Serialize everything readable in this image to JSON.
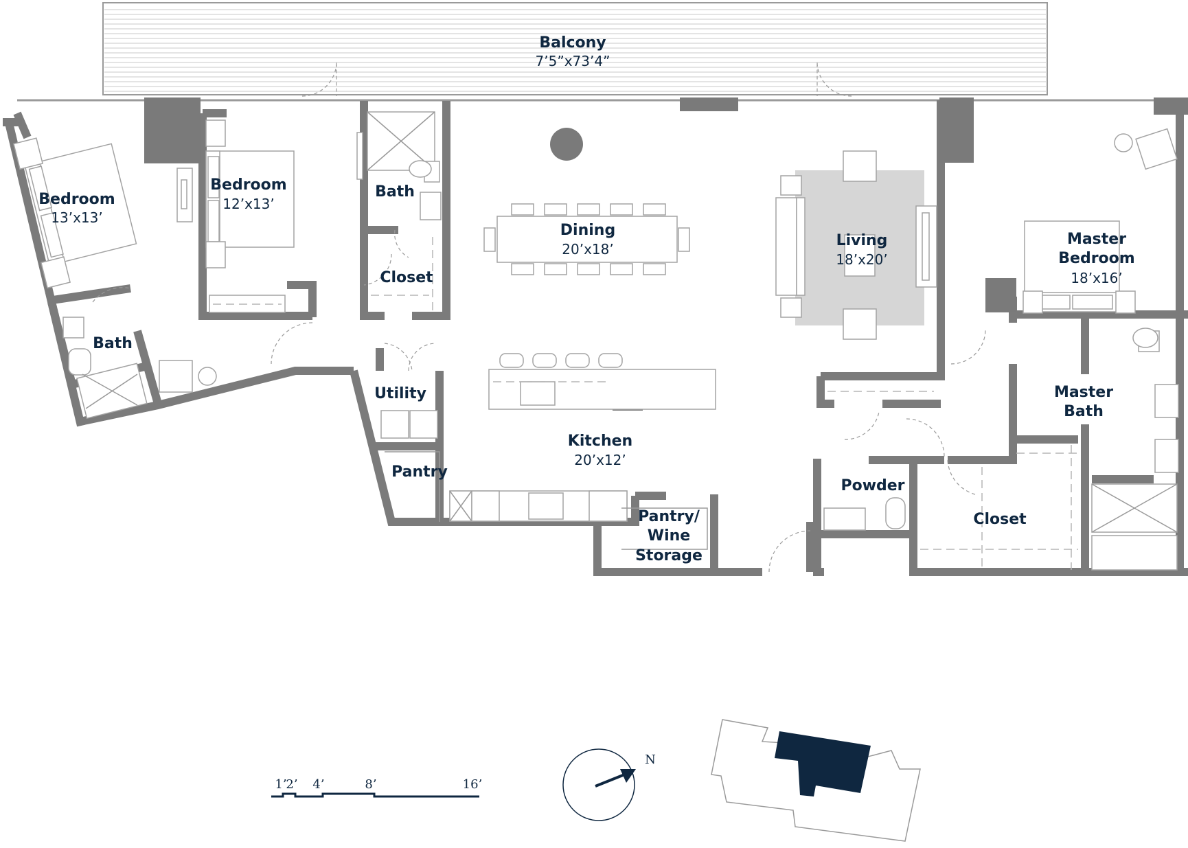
{
  "rooms": {
    "balcony": {
      "name": "Balcony",
      "size": "7’5”x73’4”"
    },
    "bedroom_west": {
      "name": "Bedroom",
      "size": "13’x13’"
    },
    "bedroom_mid": {
      "name": "Bedroom",
      "size": "12’x13’"
    },
    "bath_mid": {
      "name": "Bath"
    },
    "closet_mid": {
      "name": "Closet"
    },
    "dining": {
      "name": "Dining",
      "size": "20’x18’"
    },
    "living": {
      "name": "Living",
      "size": "18’x20’"
    },
    "master_bedroom": {
      "name_line1": "Master",
      "name_line2": "Bedroom",
      "size": "18’x16’"
    },
    "bath_west": {
      "name": "Bath"
    },
    "utility": {
      "name": "Utility"
    },
    "kitchen": {
      "name": "Kitchen",
      "size": "20’x12’"
    },
    "pantry": {
      "name": "Pantry"
    },
    "pantry_wine": {
      "line1": "Pantry/",
      "line2": "Wine",
      "line3": "Storage"
    },
    "powder": {
      "name": "Powder"
    },
    "closet_master": {
      "name": "Closet"
    },
    "master_bath": {
      "name_line1": "Master",
      "name_line2": "Bath"
    }
  },
  "scale_bar": {
    "labels": [
      "1’",
      "2’",
      "4’",
      "8’",
      "16’"
    ]
  },
  "compass": {
    "label": "N"
  },
  "key_plan": {
    "highlight_color": "#0f2740"
  },
  "colors": {
    "text": "#0f2740",
    "wall": "#7b7b7b",
    "rug": "#d6d6d6"
  }
}
